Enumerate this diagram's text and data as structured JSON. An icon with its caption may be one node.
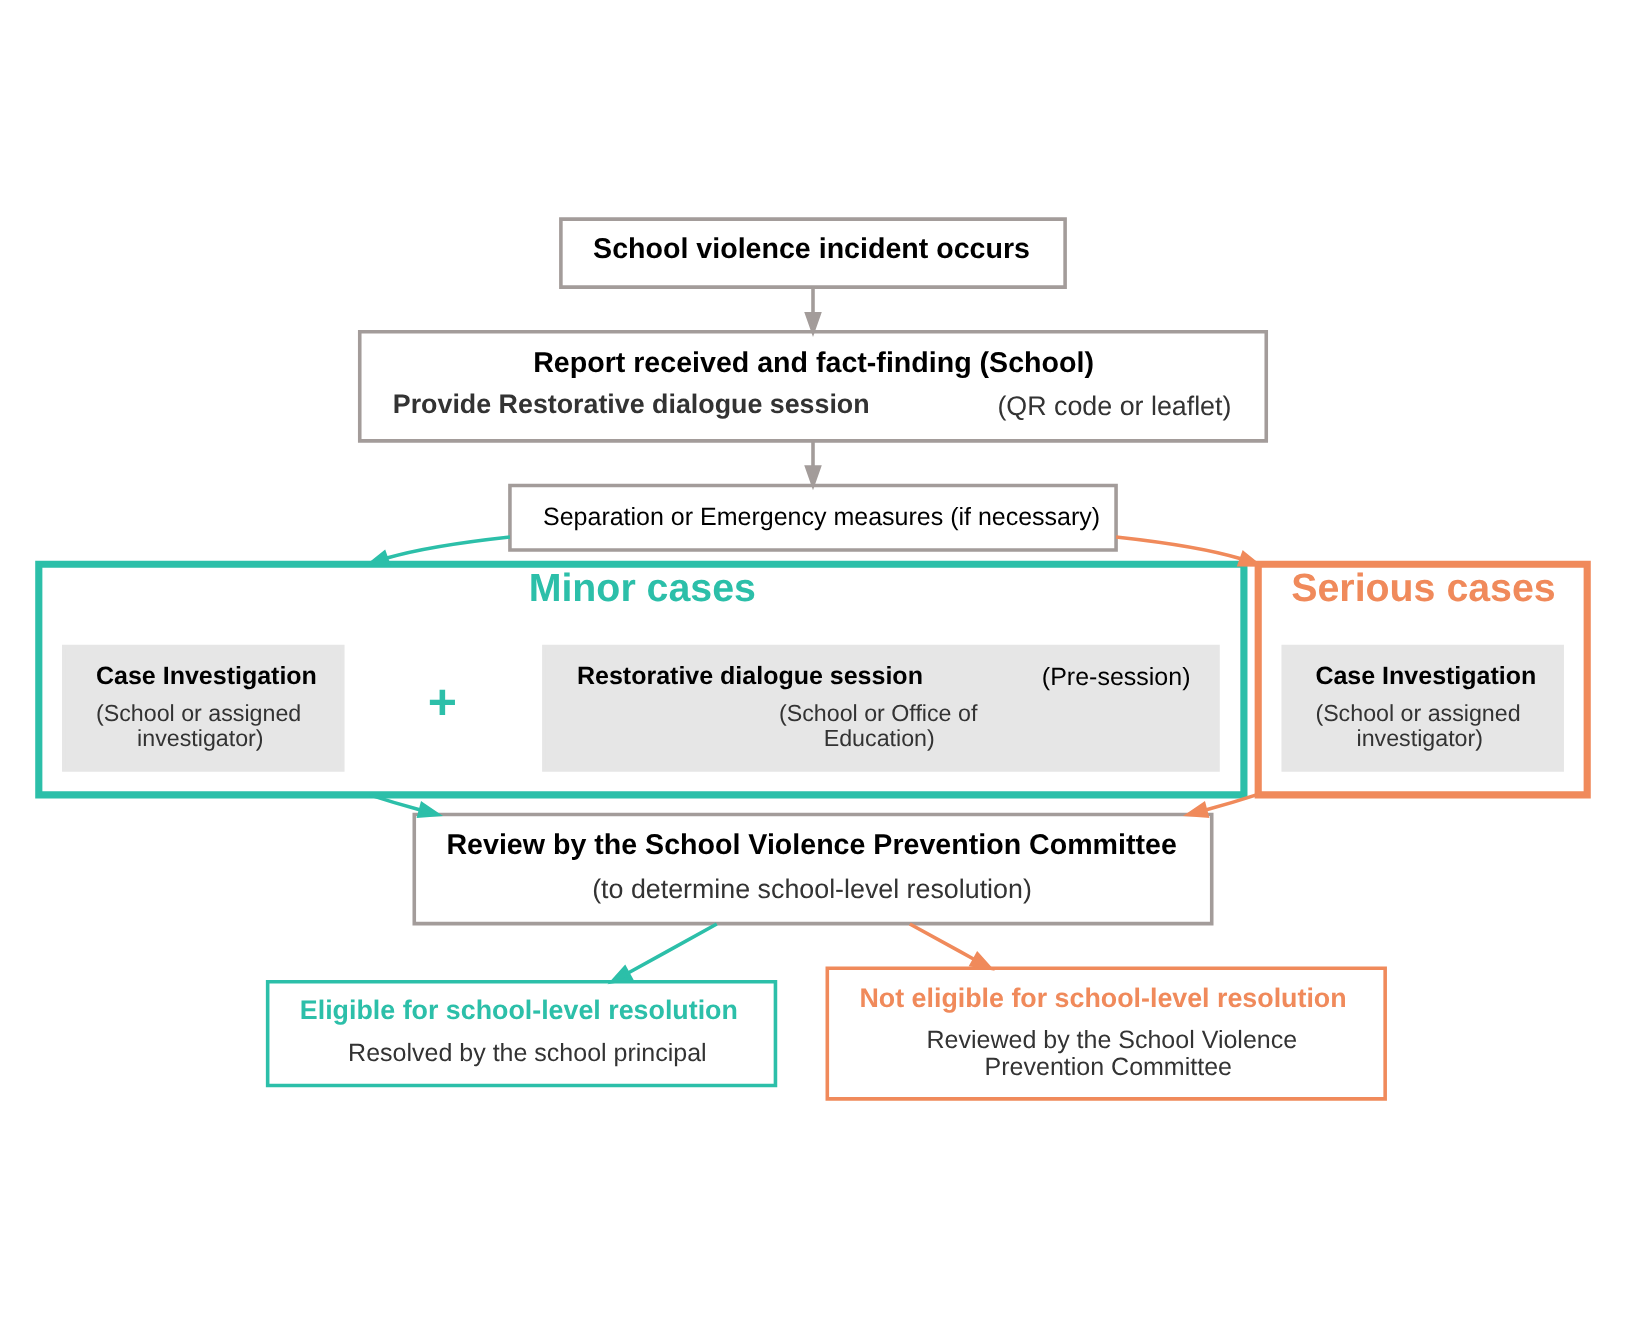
{
  "diagram": {
    "nodes": [
      {
        "text": [
          "School violence incident occurs"
        ]
      },
      {
        "text": [
          "Report received and fact-finding (School)",
          "**Provide Restorative dialogue session** (QR code or leaflet)"
        ]
      },
      {
        "text": [
          "Separation or Emergency measures (if necessary)"
        ]
      },
      {
        "text": [
          "Minor cases"
        ]
      },
      {
        "text": [
          "Case Investigation",
          "(School or assigned investigator)"
        ],
        "in": 3
      },
      {
        "text": [
          "**Restorative dialogue session**(Pre-session)",
          "(School or Office of Education)"
        ],
        "in": 3
      },
      {
        "text": [
          "Serious cases"
        ]
      },
      {
        "text": [
          "Case Investigation",
          "(School or assigned investigator)"
        ],
        "in": 6
      },
      {
        "text": [
          "Review by the School Violence Prevention Committee",
          "(to determine school-level resolution)"
        ]
      },
      {
        "text": [
          "Eligible for school-level resolution",
          "Resolved by the school principal"
        ]
      },
      {
        "text": [
          "Not eligible for school-level resolution",
          "Reviewed by the School Violence Prevention Committee"
        ]
      }
    ],
    "edges": [
      {
        "from": 0,
        "to": 1,
        "arrow": "to",
        "color": "#a39c9a"
      },
      {
        "from": 1,
        "to": 2,
        "arrow": "to",
        "color": "#a39c9a"
      },
      {
        "from": 2,
        "to": 3,
        "arrow": "to",
        "color": "#2cbfa9"
      },
      {
        "from": 2,
        "to": 6,
        "arrow": "to",
        "color": "#f08a5b"
      },
      {
        "from": 3,
        "to": 8,
        "arrow": "to",
        "color": "#2cbfa9"
      },
      {
        "from": 6,
        "to": 8,
        "arrow": "to",
        "color": "#f08a5b"
      },
      {
        "from": 8,
        "to": 9,
        "arrow": "to",
        "color": "#2cbfa9"
      },
      {
        "from": 8,
        "to": 10,
        "arrow": "to",
        "color": "#f08a5b"
      }
    ],
    "labels": [
      "+"
    ]
  }
}
